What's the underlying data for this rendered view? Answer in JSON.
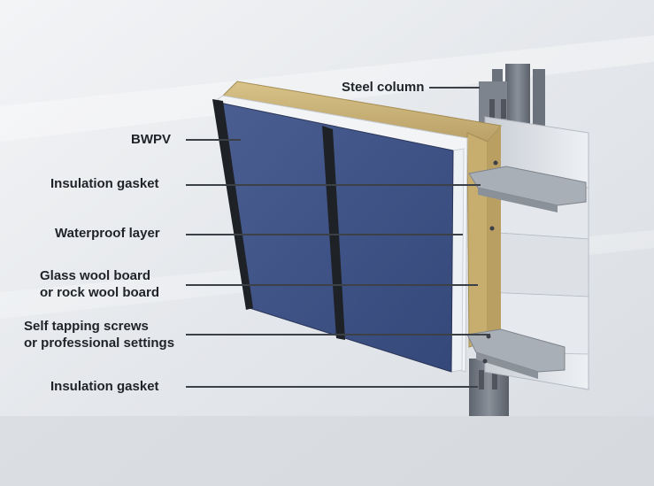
{
  "labels": {
    "steel_column": "Steel column",
    "bwpv": "BWPV",
    "insulation_gasket_top": "Insulation gasket",
    "waterproof_layer": "Waterproof layer",
    "glass_wool_line1": "Glass wool board",
    "glass_wool_line2": "or rock wool board",
    "screws_line1": "Self tapping screws",
    "screws_line2": "or professional settings",
    "insulation_gasket_bottom": "Insulation gasket"
  },
  "colors": {
    "panel": "#3f5486",
    "frame": "#1e2126",
    "wool": "#c9b275",
    "steel": "#747a83",
    "cladding": "#d8dde3",
    "background": "#e9ebee",
    "text": "#1f2328"
  }
}
